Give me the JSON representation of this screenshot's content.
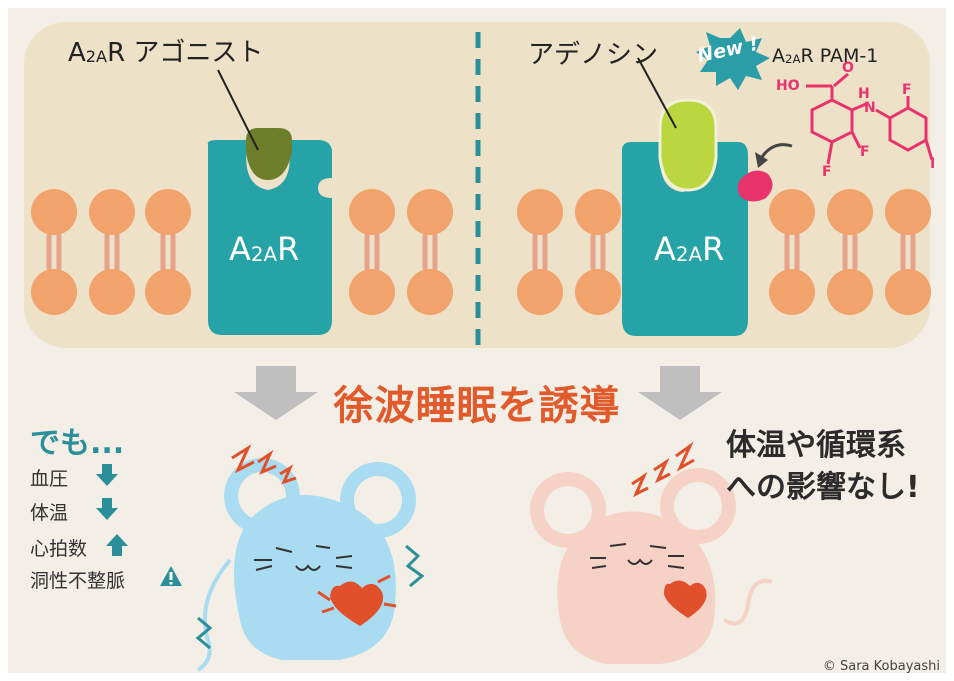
{
  "left_panel": {
    "ligand_label": {
      "main": "A",
      "sub": "2A",
      "rest": "R アゴニスト"
    },
    "receptor_label": {
      "main": "A",
      "sub": "2A",
      "rest": "R"
    }
  },
  "right_panel": {
    "ligand_label": "アデノシン",
    "badge": "New !",
    "pam_label": {
      "main": "A",
      "sub": "2A",
      "rest": "R PAM-1"
    },
    "receptor_label": {
      "main": "A",
      "sub": "2A",
      "rest": "R"
    },
    "structure_atoms": {
      "ho": "HO",
      "o": "O",
      "n": "N",
      "h": "H",
      "f1": "F",
      "f2": "F",
      "f3": "F",
      "i": "I"
    }
  },
  "headline": "徐波睡眠を誘導",
  "side_effects": {
    "title": "でも...",
    "items": [
      {
        "label": "血圧",
        "icon": "arrow-down-icon"
      },
      {
        "label": "体温",
        "icon": "arrow-down-icon"
      },
      {
        "label": "心拍数",
        "icon": "arrow-up-icon"
      },
      {
        "label": "洞性不整脈",
        "icon": "warning-icon"
      }
    ]
  },
  "no_effect": {
    "line1": "体温や循環系",
    "line2": "への影響なし!"
  },
  "credit": "© Sara Kobayashi",
  "colors": {
    "membrane_bg": "#ede1c8",
    "receptor": "#25a3a6",
    "agonist": "#6e7f2b",
    "adenosine": "#bcd63f",
    "pam": "#e8336d",
    "lipid": "#f2a26b",
    "headline": "#e05a2b",
    "arrow": "#bfbfbf",
    "mouse_left": "#a9dcf0",
    "mouse_right": "#f6d2c6",
    "heart": "#e0502b"
  }
}
